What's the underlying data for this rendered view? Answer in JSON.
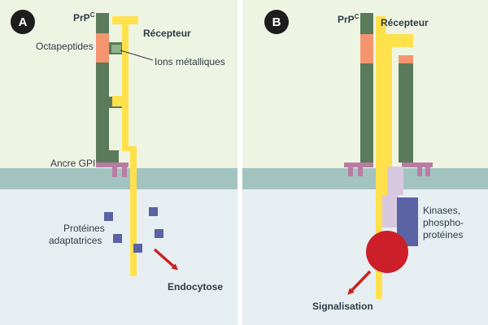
{
  "panels": [
    {
      "id": "A",
      "badge": "A",
      "labels": {
        "prpc": "PrP",
        "prpc_sup": "C",
        "recepteur": "Récepteur",
        "octapeptides": "Octapeptides",
        "ions": "Ions métalliques",
        "ancre": "Ancre GPI",
        "proteines_1": "Protéines",
        "proteines_2": "adaptatrices",
        "endocytose": "Endocytose"
      }
    },
    {
      "id": "B",
      "badge": "B",
      "labels": {
        "prpc": "PrP",
        "prpc_sup": "C",
        "recepteur": "Récepteur",
        "kinases_1": "Kinases,",
        "kinases_2": "phospho-",
        "kinases_3": "protéines",
        "signalisation": "Signalisation"
      }
    }
  ],
  "colors": {
    "extracellular": "#eef4e2",
    "membrane": "#a3c3c0",
    "cytoplasm": "#e7eef2",
    "prion_green": "#5a7a5a",
    "octapeptide_orange": "#f4956f",
    "metal_ion_green": "#8fb38a",
    "receptor_yellow": "#ffe14c",
    "gpi_anchor": "#b97ba3",
    "adaptor_blue": "#5a63a3",
    "kinase_light": "#d8c8df",
    "signal_red": "#cc1f2a",
    "arrow_red": "#c8231f",
    "badge_bg": "#1e1e1e",
    "divider": "#ffffff"
  }
}
